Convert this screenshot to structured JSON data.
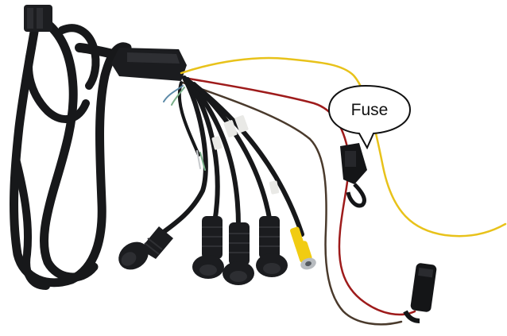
{
  "callout": {
    "label": "Fuse"
  },
  "colors": {
    "cable": "#17181a",
    "cable_highlight": "#3a3b3e",
    "yellow_wire": "#e8c21a",
    "red_wire": "#9e1b1b",
    "brown_wire": "#4a3a2c",
    "rca_yellow": "#f1cc12",
    "connector_metal": "#b8bcc0"
  },
  "icons": [
    "cable-harness-photo",
    "fuse-holder",
    "rca-connector",
    "aviation-connector",
    "dc-power-jack"
  ]
}
